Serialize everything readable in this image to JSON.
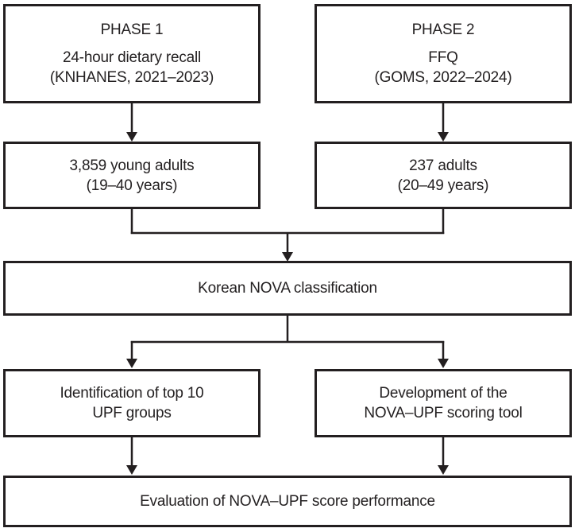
{
  "colors": {
    "line": "#231f20",
    "text": "#242122",
    "background": "#ffffff"
  },
  "boxes": {
    "phase1": {
      "title": "PHASE 1",
      "lines": [
        "24-hour dietary recall",
        "(KNHANES, 2021–2023)"
      ]
    },
    "phase2": {
      "title": "PHASE 2",
      "lines": [
        "FFQ",
        "(GOMS, 2022–2024)"
      ]
    },
    "sample1": {
      "lines": [
        "3,859 young adults",
        "(19–40 years)"
      ]
    },
    "sample2": {
      "lines": [
        "237 adults",
        "(20–49 years)"
      ]
    },
    "nova": {
      "lines": [
        "Korean NOVA classification"
      ]
    },
    "upf_groups": {
      "lines": [
        "Identification of top 10",
        "UPF groups"
      ]
    },
    "scoring_tool": {
      "lines": [
        "Development of the",
        "NOVA–UPF scoring tool"
      ]
    },
    "evaluation": {
      "lines": [
        "Evaluation of NOVA–UPF score performance"
      ]
    }
  }
}
